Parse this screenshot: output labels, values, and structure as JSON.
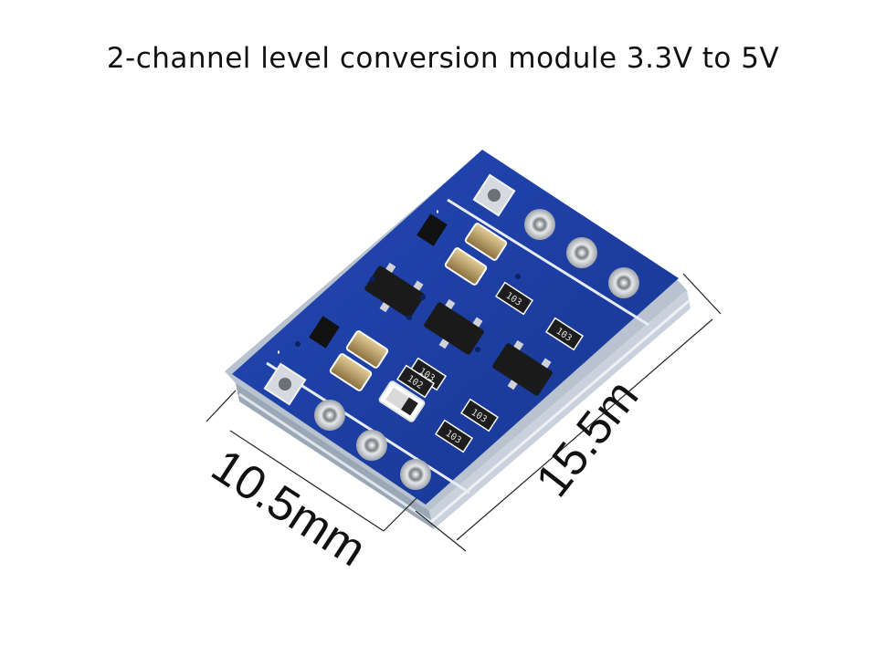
{
  "title": "2-channel level conversion module 3.3V to 5V",
  "dimensions": {
    "width_label": "10.5mm",
    "length_label": "15.5m"
  },
  "resistor_marks": [
    "103",
    "103",
    "103",
    "103",
    "103",
    "102"
  ],
  "colors": {
    "pcb_blue": "#1c3fa8",
    "pcb_edge": "#b9c3cf",
    "silkscreen": "#ffffff",
    "pad_gold": "#c8ccd2",
    "ic_black": "#1a1a1a",
    "capacitor": "#b59a63"
  }
}
